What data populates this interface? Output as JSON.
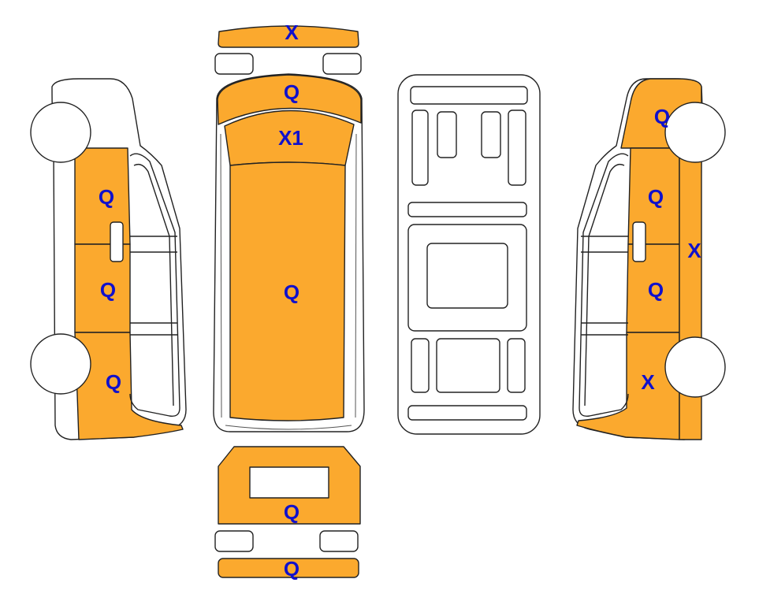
{
  "colors": {
    "damage_fill": "#FBA92E",
    "label": "#1010CC",
    "outline": "#222222"
  },
  "labels": {
    "front_bumper": "X",
    "hood": "Q",
    "windshield": "X1",
    "roof": "Q",
    "tailgate": "Q",
    "rear_bumper": "Q",
    "left_front_door": "Q",
    "left_rear_door": "Q",
    "left_rear_quarter": "Q",
    "right_front_fender": "Q",
    "right_front_door": "Q",
    "right_rear_door": "Q",
    "right_rocker": "X",
    "right_rear_quarter": "X"
  }
}
